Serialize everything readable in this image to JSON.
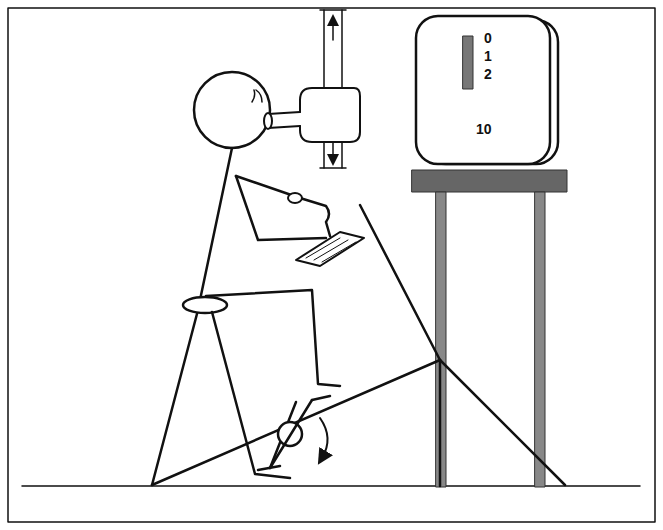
{
  "diagram": {
    "labels": [
      "0",
      "1",
      "2",
      "10"
    ]
  }
}
